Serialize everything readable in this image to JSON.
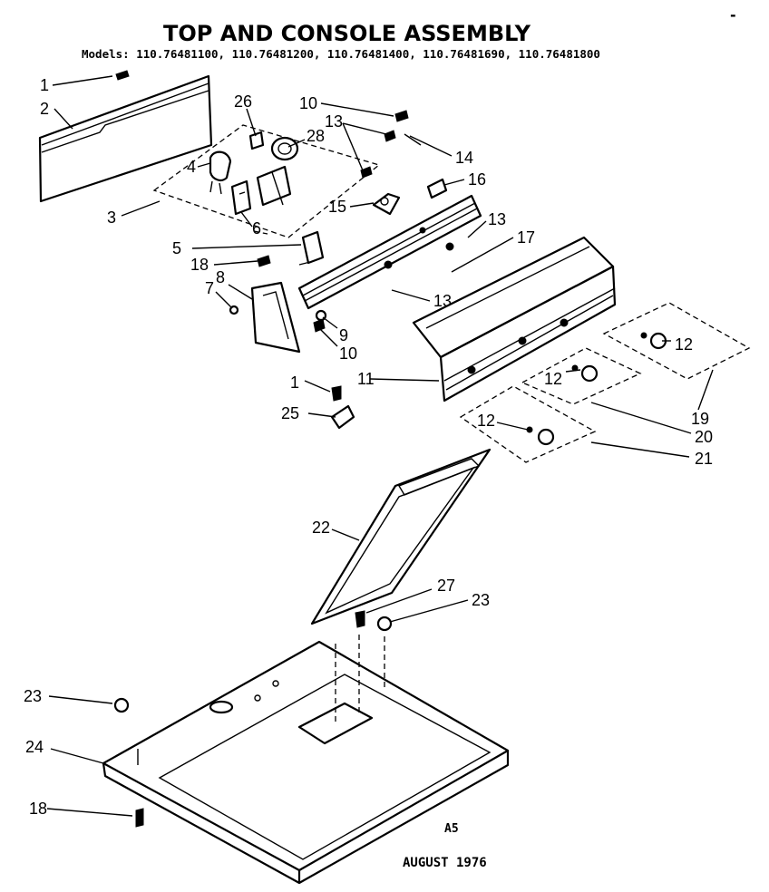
{
  "title": "TOP AND CONSOLE ASSEMBLY",
  "models_line": "Models: 110.76481100, 110.76481200, 110.76481400, 110.76481690, 110.76481800",
  "corner_mark": "-",
  "page_code": "A5",
  "date": "AUGUST 1976",
  "callouts": {
    "c1a": "1",
    "c2": "2",
    "c3": "3",
    "c26": "26",
    "c28": "28",
    "c4": "4",
    "c6": "6",
    "c10a": "10",
    "c13a": "13",
    "c14": "14",
    "c16": "16",
    "c15": "15",
    "c13b": "13",
    "c17": "17",
    "c5": "5",
    "c18a": "18",
    "c8": "8",
    "c7": "7",
    "c13c": "13",
    "c9": "9",
    "c10b": "10",
    "c1b": "1",
    "c11": "11",
    "c25": "25",
    "c12a": "12",
    "c12b": "12",
    "c12c": "12",
    "c19": "19",
    "c20": "20",
    "c21": "21",
    "c22": "22",
    "c27": "27",
    "c23a": "23",
    "c23b": "23",
    "c24": "24",
    "c18b": "18"
  }
}
